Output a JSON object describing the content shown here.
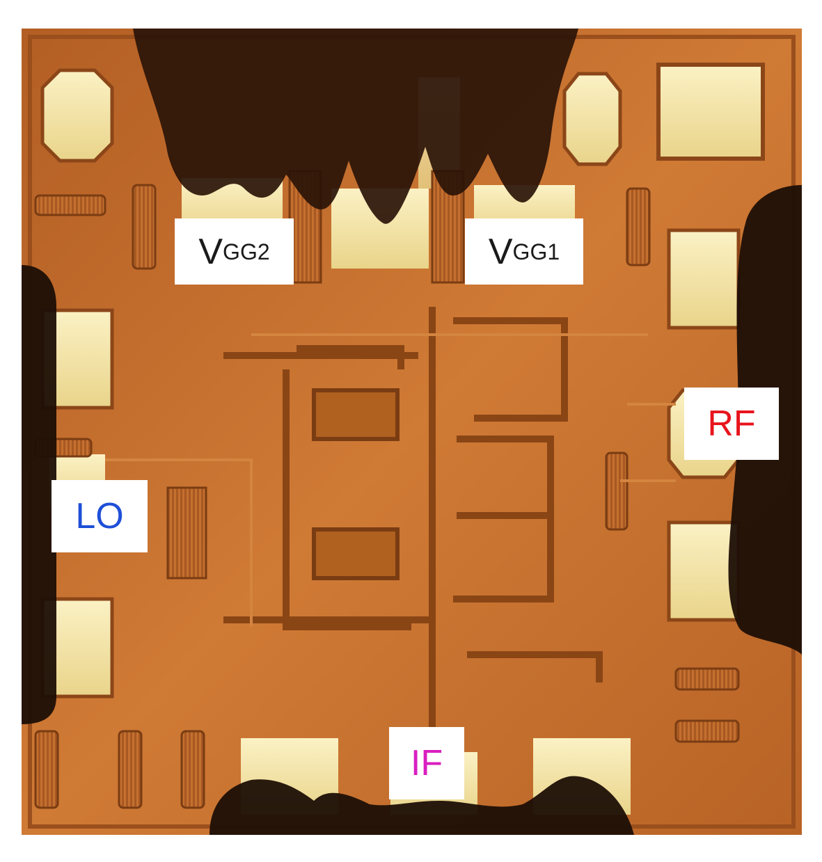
{
  "labels": {
    "vgg2": {
      "main": "V",
      "sub": "GG2",
      "color": "#1a1a1a"
    },
    "vgg1": {
      "main": "V",
      "sub": "GG1",
      "color": "#1a1a1a"
    },
    "lo": {
      "text": "LO",
      "color": "#1f4fd8"
    },
    "rf": {
      "text": "RF",
      "color": "#e8141c"
    },
    "if": {
      "text": "IF",
      "color": "#d91fbf"
    }
  },
  "colors": {
    "die_copper": "#c9732f",
    "pad_gold": "#f3e6a8",
    "probe_dark": "#2a1408"
  }
}
